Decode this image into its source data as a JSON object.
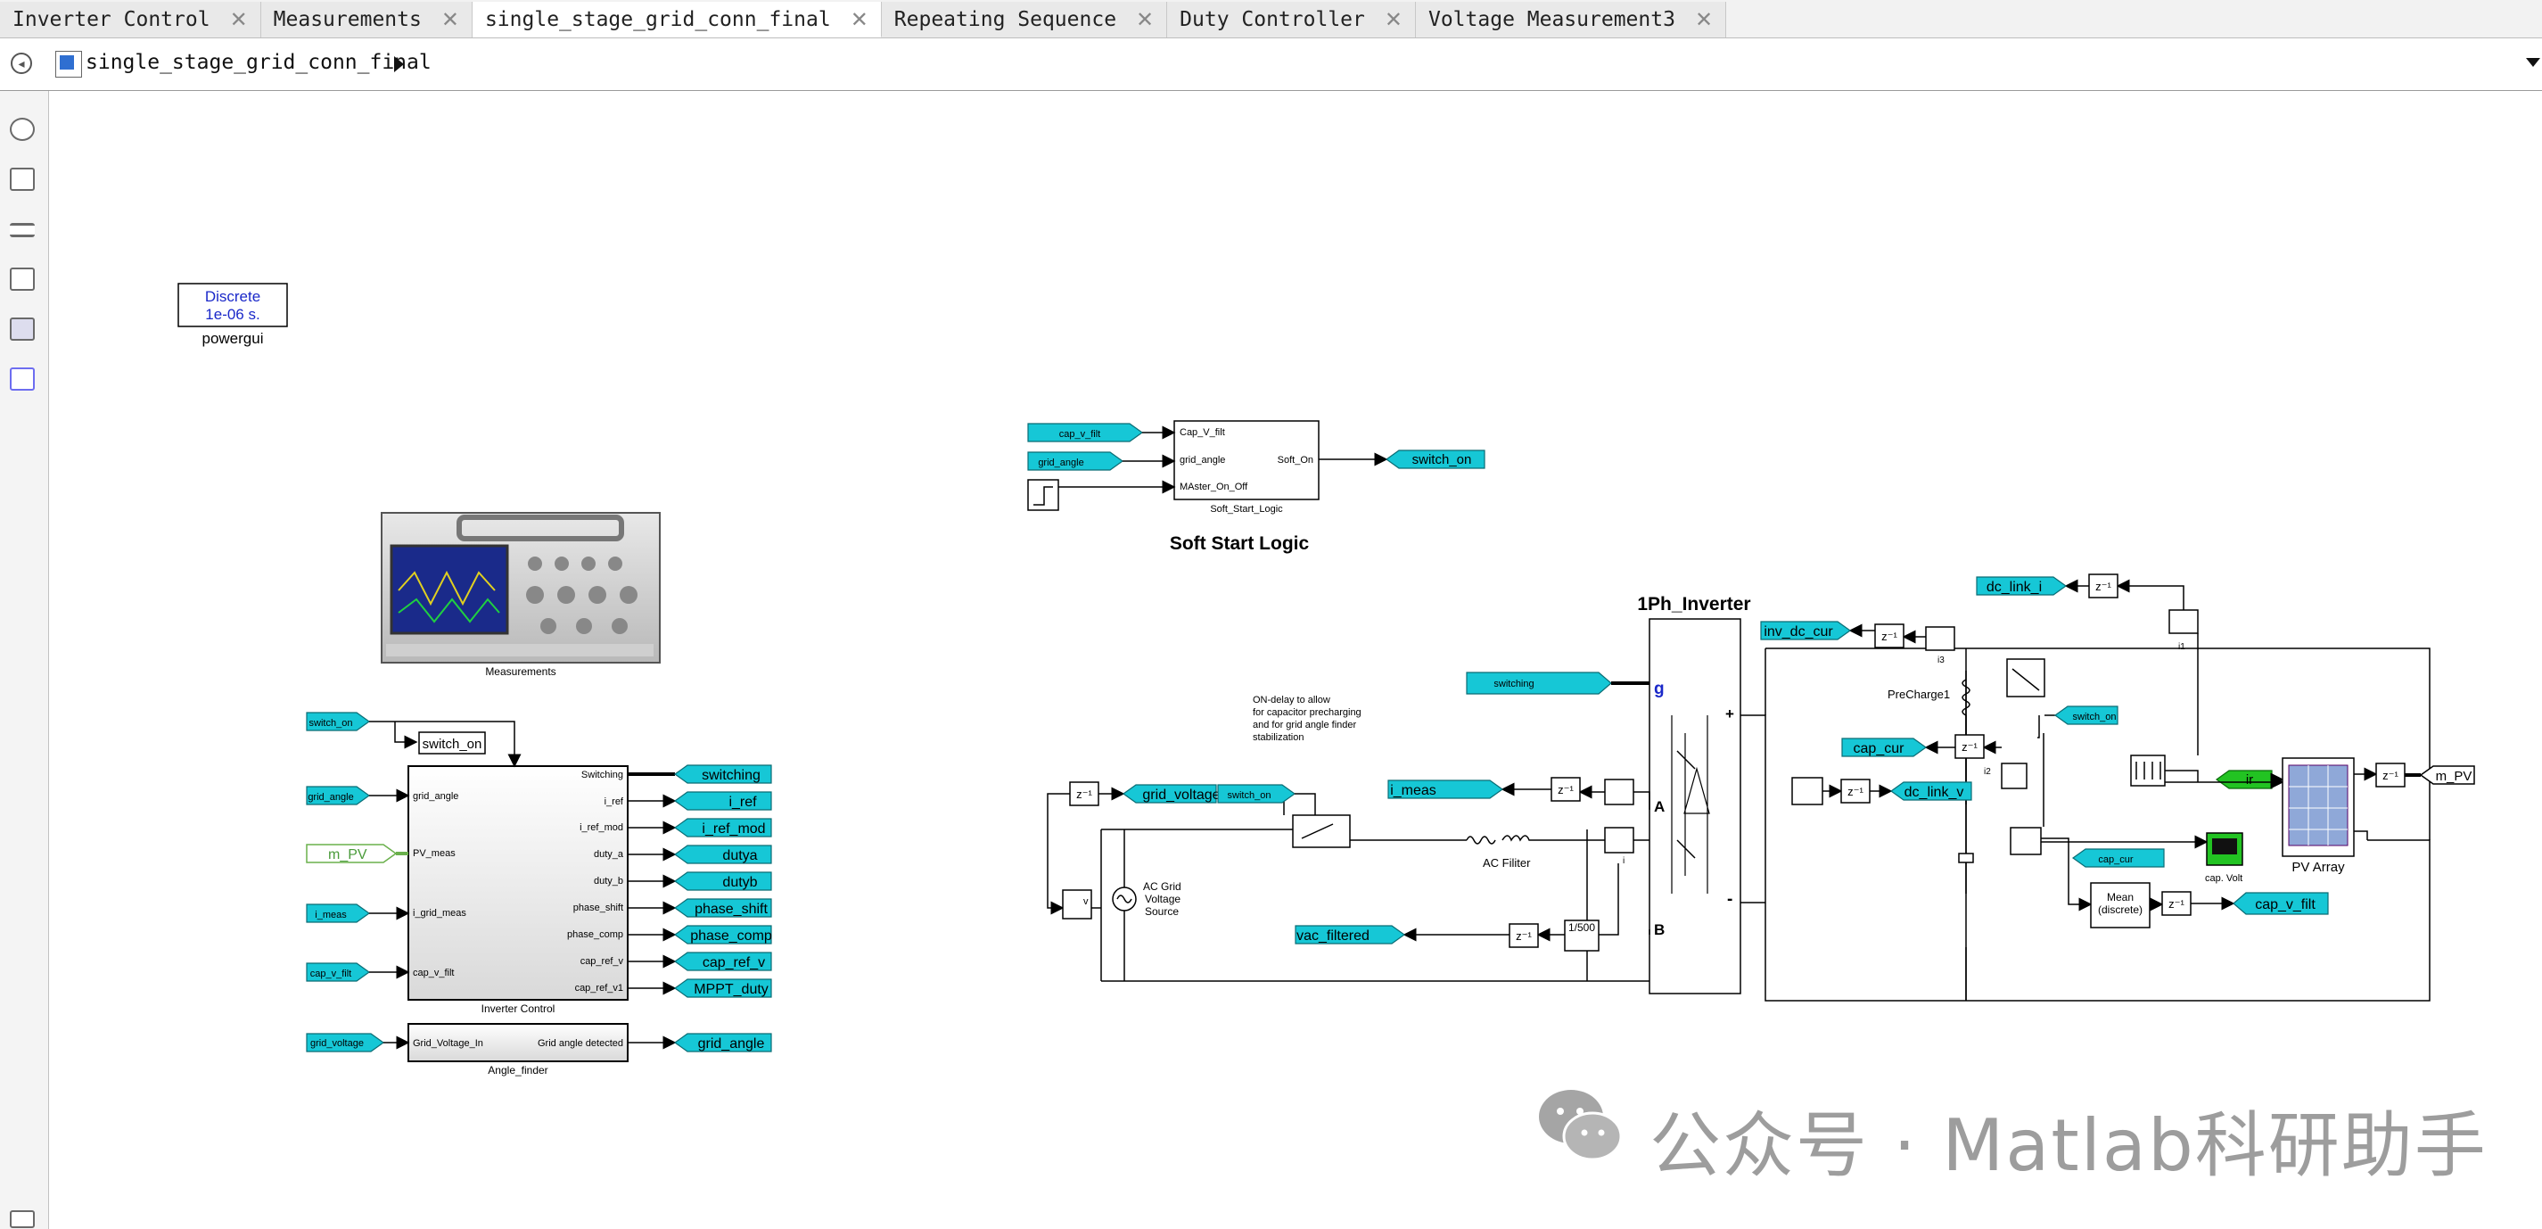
{
  "tabs": [
    {
      "label": "Inverter Control"
    },
    {
      "label": "Measurements"
    },
    {
      "label": "single_stage_grid_conn_final",
      "active": true
    },
    {
      "label": "Repeating Sequence"
    },
    {
      "label": "Duty Controller"
    },
    {
      "label": "Voltage Measurement3"
    }
  ],
  "breadcrumb": "single_stage_grid_conn_final",
  "toolbar_icons": [
    "zoom-icon",
    "fit-view-icon",
    "route-lines-icon",
    "annotation-icon",
    "image-icon",
    "area-icon"
  ],
  "powergui": {
    "line1": "Discrete",
    "line2": "1e-06 s.",
    "label": "powergui"
  },
  "scope": {
    "label": "Measurements"
  },
  "soft_start": {
    "title": "Soft Start Logic",
    "block_label": "Soft_Start_Logic",
    "in_ports": [
      "Cap_V_filt",
      "grid_angle",
      "MAster_On_Off"
    ],
    "out_port": "Soft_On",
    "in_tags": [
      "cap_v_filt",
      "grid_angle"
    ],
    "out_tag": "switch_on"
  },
  "inverter_control": {
    "label": "Inverter Control",
    "in_ports": [
      "grid_angle",
      "PV_meas",
      "i_grid_meas",
      "cap_v_filt"
    ],
    "out_ports": [
      "Switching",
      "i_ref",
      "i_ref_mod",
      "duty_a",
      "duty_b",
      "phase_shift",
      "phase_comp",
      "cap_ref_v",
      "cap_ref_v1"
    ],
    "in_tags": [
      "switch_on",
      "grid_angle",
      "m_PV",
      "i_meas",
      "cap_v_filt"
    ],
    "out_tags": [
      "switching",
      "i_ref",
      "i_ref_mod",
      "dutya",
      "dutyb",
      "phase_shift",
      "phase_comp",
      "cap_ref_v",
      "MPPT_duty"
    ],
    "from_label": "switch_on"
  },
  "angle_finder": {
    "label": "Angle_finder",
    "in_port": "Grid_Voltage_In",
    "out_port": "Grid  angle detected",
    "in_tag": "grid_voltage",
    "out_tag": "grid_angle"
  },
  "inverter": {
    "title": "1Ph_Inverter",
    "gate": "g",
    "terminal_a": "A",
    "terminal_b": "B",
    "plus": "+",
    "minus": "-"
  },
  "annotation": [
    "ON-delay to allow",
    "for capacitor precharging",
    "and for grid angle finder",
    "stabilization"
  ],
  "grid": {
    "tags": [
      "switching",
      "grid_voltage",
      "switch_on",
      "i_meas",
      "vac_filtered"
    ],
    "source_label": [
      "AC Grid",
      "Voltage",
      "Source"
    ],
    "filter_label": "AC Filiter",
    "gain": "1/500",
    "v_label": "v",
    "i_label": "i",
    "delay": "z⁻¹"
  },
  "dc_side": {
    "tags": [
      "dc_link_i",
      "inv_dc_cur",
      "cap_cur",
      "dc_link_v",
      "switch_on",
      "cap_cur",
      "cap_v_filt",
      "m_PV",
      "ir"
    ],
    "labels": [
      "PreCharge1",
      "i3",
      "i1",
      "i2",
      "cap. Volt",
      "PV Array",
      "Mean",
      "(discrete)"
    ]
  },
  "watermark": "公众号 · Matlab科研助手"
}
